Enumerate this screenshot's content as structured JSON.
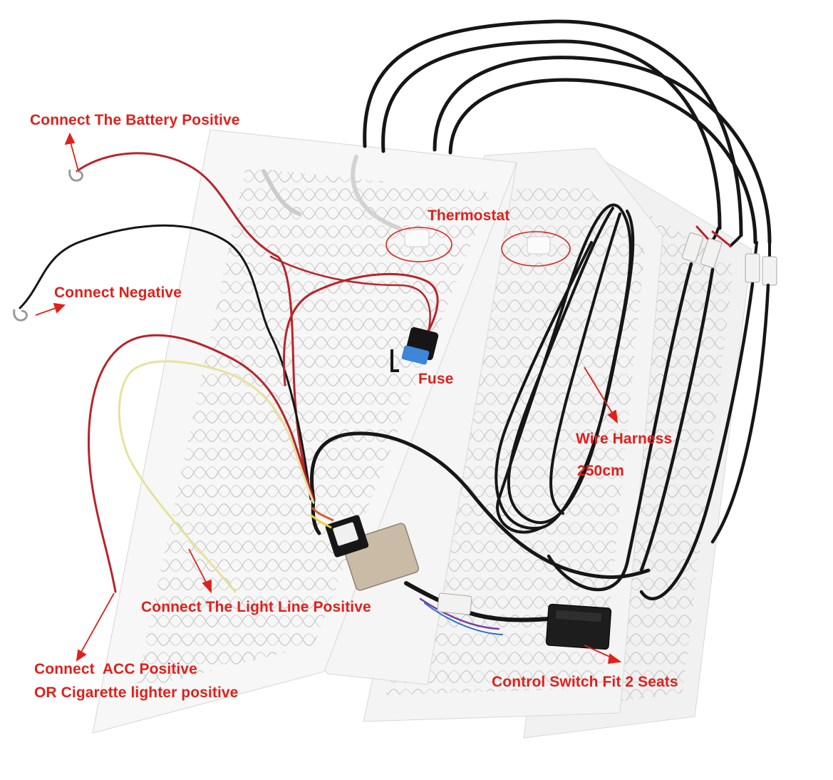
{
  "colors": {
    "annotation": "#e0201b",
    "pad": "#f3f3f3",
    "pad_pattern": "#b9b9b9",
    "harness": "#161616",
    "wire_red": "#b8242a",
    "wire_yellow": "#e6e29a",
    "fuse_blue": "#3d86d8",
    "switch_box": "#c9bba6",
    "connector": "#f2f2f0"
  },
  "labels": {
    "battery": "Connect The Battery Positive",
    "negative": "Connect Negative",
    "thermostat": "Thermostat",
    "fuse": "Fuse",
    "harness": "Wire Harness",
    "harness_length": "250cm",
    "light": "Connect The Light Line Positive",
    "acc_line1": "Connect  ACC Positive",
    "acc_line2": "OR Cigarette lighter positive",
    "switch": "Control Switch Fit 2 Seats"
  }
}
